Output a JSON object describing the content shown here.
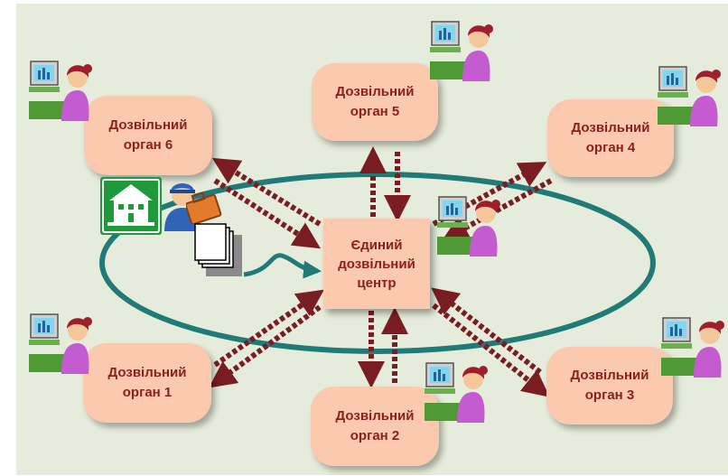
{
  "center": {
    "line1": "Єдиний",
    "line2": "дозвільний",
    "line3": "центр"
  },
  "organs": [
    {
      "id": "organ-5",
      "line1": "Дозвільний",
      "line2": "орган 5"
    },
    {
      "id": "organ-4",
      "line1": "Дозвільний",
      "line2": "орган 4"
    },
    {
      "id": "organ-6",
      "line1": "Дозвільний",
      "line2": "орган 6"
    },
    {
      "id": "organ-1",
      "line1": "Дозвільний",
      "line2": "орган 1"
    },
    {
      "id": "organ-2",
      "line1": "Дозвільний",
      "line2": "орган 2"
    },
    {
      "id": "organ-3",
      "line1": "Дозвільний",
      "line2": "орган 3"
    }
  ],
  "icons": [
    "workstation-user-icon",
    "house-icon",
    "applicant-person-icon",
    "documents-icon",
    "briefcase-icon"
  ],
  "colors": {
    "background": "#e6ecdb",
    "box_fill": "#fbc9ad",
    "box_text": "#8a1f1f",
    "ring": "#1f7a78",
    "arrow": "#7a1d22",
    "house": "#1e9a3a"
  }
}
